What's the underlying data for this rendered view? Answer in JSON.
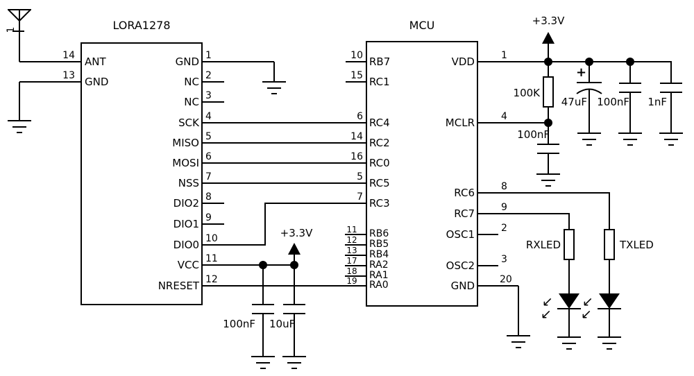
{
  "colors": {
    "line": "#000000",
    "background": "#ffffff"
  },
  "antenna": {
    "pin": "1"
  },
  "lora": {
    "title": "LORA1278",
    "left_pins": [
      {
        "num": "14",
        "name": "ANT"
      },
      {
        "num": "13",
        "name": "GND"
      }
    ],
    "right_pins": [
      {
        "num": "1",
        "name": "GND"
      },
      {
        "num": "2",
        "name": "NC"
      },
      {
        "num": "3",
        "name": "NC"
      },
      {
        "num": "4",
        "name": "SCK"
      },
      {
        "num": "5",
        "name": "MISO"
      },
      {
        "num": "6",
        "name": "MOSI"
      },
      {
        "num": "7",
        "name": "NSS"
      },
      {
        "num": "8",
        "name": "DIO2"
      },
      {
        "num": "9",
        "name": "DIO1"
      },
      {
        "num": "10",
        "name": "DIO0"
      },
      {
        "num": "11",
        "name": "VCC"
      },
      {
        "num": "12",
        "name": "NRESET"
      }
    ]
  },
  "mcu": {
    "title": "MCU",
    "left_pins": [
      {
        "num": "10",
        "name": "RB7"
      },
      {
        "num": "15",
        "name": "RC1"
      },
      {
        "num": "6",
        "name": "RC4"
      },
      {
        "num": "14",
        "name": "RC2"
      },
      {
        "num": "16",
        "name": "RC0"
      },
      {
        "num": "5",
        "name": "RC5"
      },
      {
        "num": "7",
        "name": "RC3"
      },
      {
        "num": "11",
        "name": "RB6"
      },
      {
        "num": "12",
        "name": "RB5"
      },
      {
        "num": "13",
        "name": "RB4"
      },
      {
        "num": "17",
        "name": "RA2"
      },
      {
        "num": "18",
        "name": "RA1"
      },
      {
        "num": "19",
        "name": "RA0"
      }
    ],
    "right_pins": [
      {
        "num": "1",
        "name": "VDD"
      },
      {
        "num": "4",
        "name": "MCLR"
      },
      {
        "num": "8",
        "name": "RC6"
      },
      {
        "num": "9",
        "name": "RC7"
      },
      {
        "num": "2",
        "name": "OSC1"
      },
      {
        "num": "3",
        "name": "OSC2"
      },
      {
        "num": "20",
        "name": "GND"
      }
    ]
  },
  "power": {
    "rail_top": "+3.3V",
    "rail_vcc": "+3.3V"
  },
  "components": {
    "pullup_resistor": "100K",
    "mclr_cap": "100nF",
    "bulk_cap": "47uF",
    "bulk_cap_polarity": "+",
    "decoupling_cap": "100nF",
    "filter_cap": "1nF",
    "vcc_cap1": "100nF",
    "vcc_cap2": "10uF",
    "rx_led_resistor": "RXLED",
    "tx_led_resistor": "TXLED",
    "led_emission_arrow": "↙"
  }
}
